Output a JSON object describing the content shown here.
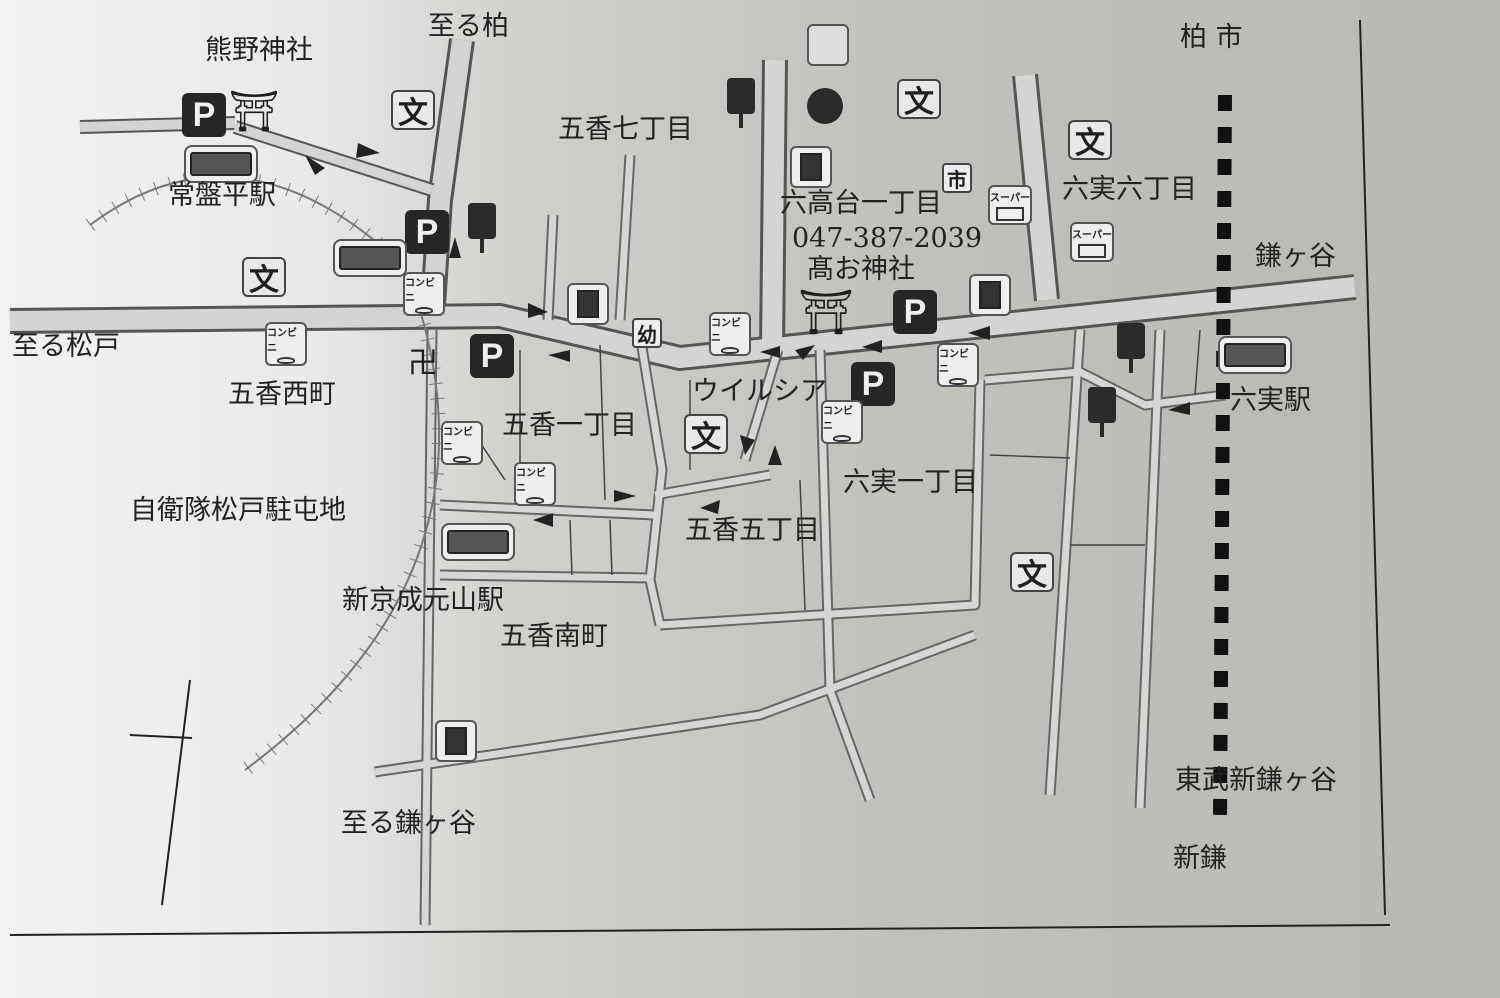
{
  "labels": {
    "kumano_shrine": "熊野神社",
    "to_kashiwa": "至る柏",
    "tokiwadaira_station": "常盤平駅",
    "to_matsudo": "至る松戸",
    "goka_nishimachi": "五香西町",
    "jieitai": "自衛隊松戸駐屯地",
    "shinkeisei_motoyama": "新京成元山駅",
    "goka_minamimachi": "五香南町",
    "to_kamagaya": "至る鎌ヶ谷",
    "goka_7": "五香七丁目",
    "rokutakadai_1": "六高台一丁目",
    "phone": "047-387-2039",
    "takao_shrine": "髙お神社",
    "mutsumi_6": "六実六丁目",
    "kashiwa_city": "柏 市",
    "kamagaya": "鎌ヶ谷",
    "mutsumi_station": "六実駅",
    "welcia": "ウイルシア",
    "goka_1": "五香一丁目",
    "mutsumi_1": "六実一丁目",
    "goka_5": "五香五丁目",
    "tobu_shinkamagaya": "東武新鎌ヶ谷",
    "shinkama": "新鎌"
  },
  "icons": {
    "parking": "P",
    "school": "文",
    "konbini": "コンビニ",
    "super": "スーパー",
    "market": "市",
    "kindergarten": "幼",
    "temple": "卍"
  }
}
